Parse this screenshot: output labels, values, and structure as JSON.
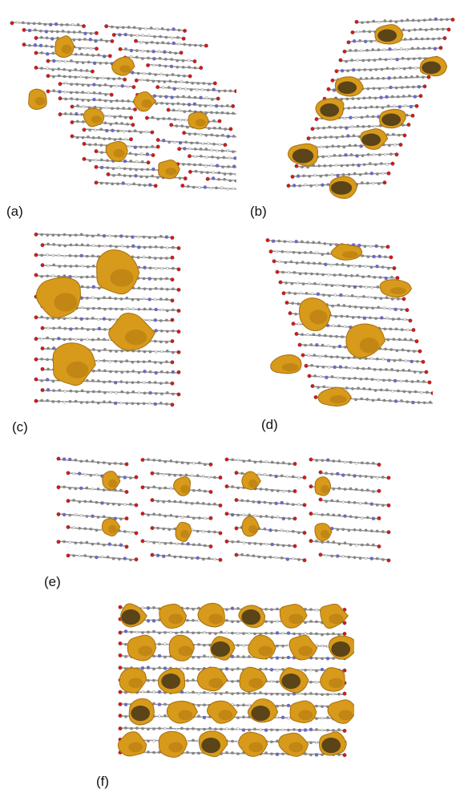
{
  "panels": [
    {
      "id": "a",
      "label": "(a)"
    },
    {
      "id": "b",
      "label": "(b)"
    },
    {
      "id": "c",
      "label": "(c)"
    },
    {
      "id": "d",
      "label": "(d)"
    },
    {
      "id": "e",
      "label": "(e)"
    },
    {
      "id": "f",
      "label": "(f)"
    }
  ],
  "colors": {
    "void": "#d79a1a",
    "void_dark": "#5a4418",
    "void_shadow": "#a86f0e",
    "carbon": "#8a8a8a",
    "oxygen": "#d11a1a",
    "nitrogen": "#6a6ad8",
    "hydrogen": "#f4f4f4",
    "bond": "#9a9a9a"
  }
}
